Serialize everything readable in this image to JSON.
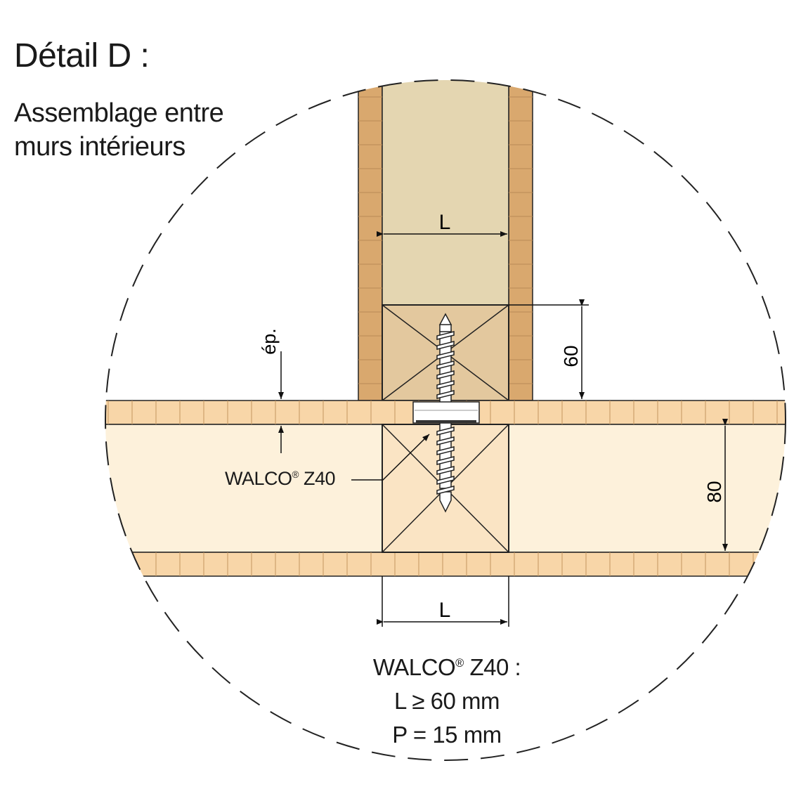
{
  "title": "Détail D :",
  "subtitle_line1": "Assemblage entre",
  "subtitle_line2": "murs intérieurs",
  "labels": {
    "screw_name": "WALCO",
    "registered": "®",
    "screw_model": "Z40",
    "top_width": "L",
    "bottom_width": "L",
    "block_height": "60",
    "panel_height": "80",
    "thickness": "ép."
  },
  "note": {
    "line1_name": "WALCO",
    "line1_reg": "®",
    "line1_rest": " Z40 :",
    "line2": "L ≥ 60 mm",
    "line3": "P = 15 mm"
  },
  "colors": {
    "outer_strip_dark": "#d9a86e",
    "vertical_core": "#e4d6b1",
    "upper_block": "#e3c89e",
    "horizontal_strip": "#f8d6a8",
    "horizontal_core": "#fdf1db",
    "lower_block": "#fae4c4"
  }
}
